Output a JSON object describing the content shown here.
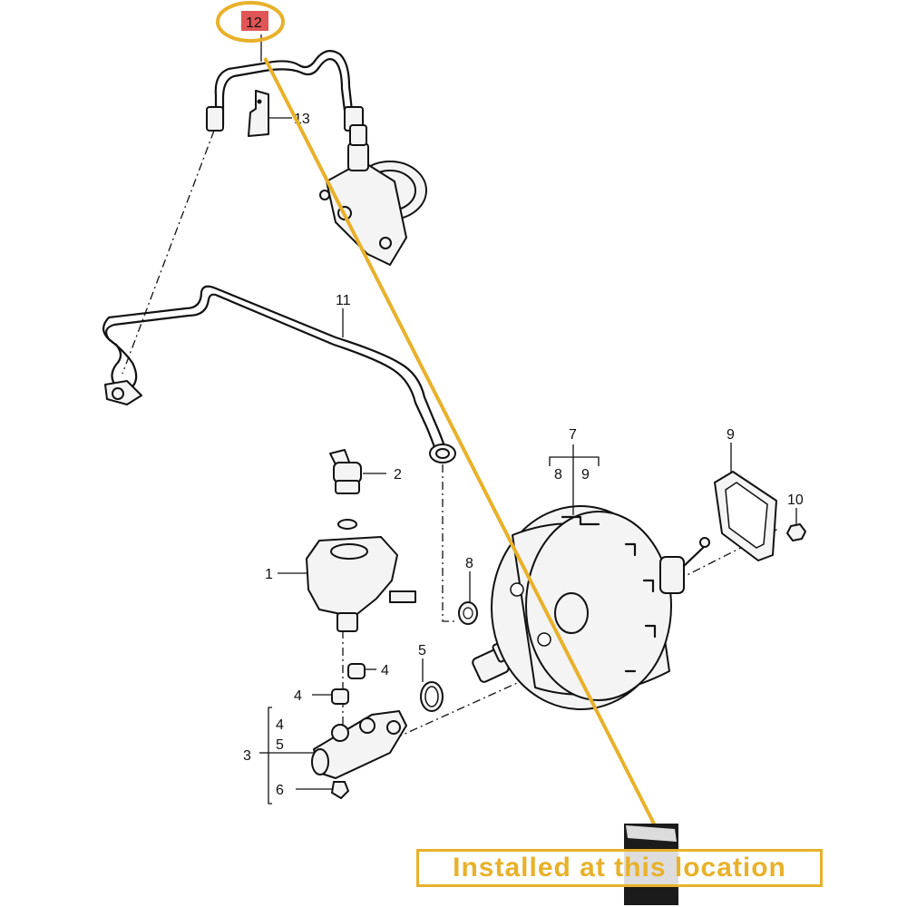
{
  "labels": {
    "l1": "1",
    "l2": "2",
    "l3": "3",
    "l4a": "4",
    "l4b": "4",
    "l4c": "4",
    "l5a": "5",
    "l5b": "5",
    "l6": "6",
    "l7": "7",
    "l8a": "8",
    "l8b": "8",
    "l9a": "9",
    "l9b": "9",
    "l10": "10",
    "l11": "11",
    "l12": "12",
    "l13": "13"
  },
  "highlight": {
    "part_number": "12",
    "box_color": "#e05555",
    "ring_color": "#e8b12a"
  },
  "banner": {
    "text": "Installed at this location",
    "color": "#e8b12a"
  }
}
